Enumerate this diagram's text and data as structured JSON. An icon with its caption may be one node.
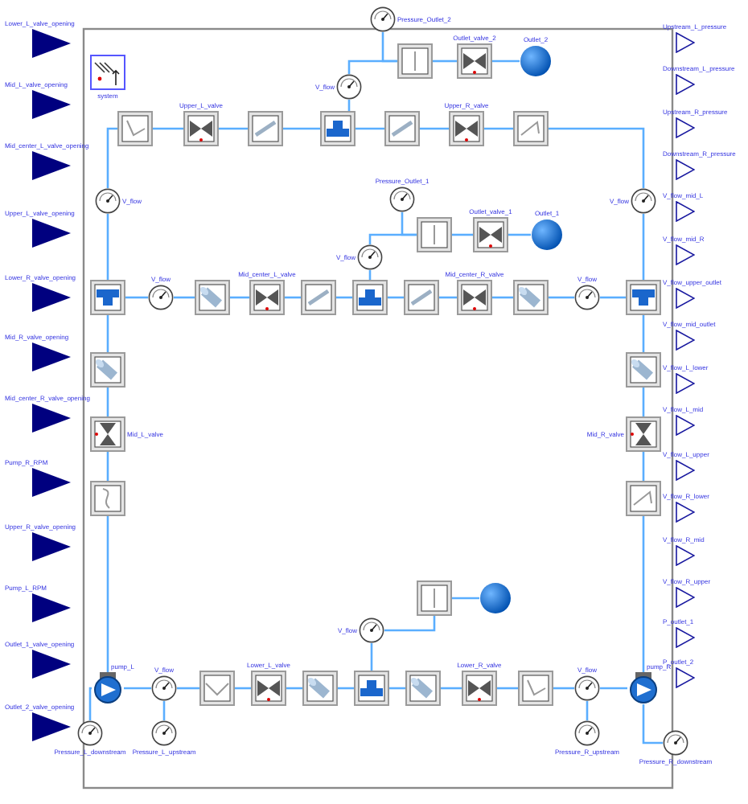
{
  "diagram": {
    "nodes": [
      {
        "text": [
          "Lower_L_valve_opening"
        ]
      },
      {
        "text": [
          "Mid_L_valve_opening"
        ]
      },
      {
        "text": [
          "Mid_center_L_valve_opening"
        ]
      },
      {
        "text": [
          "Upper_L_valve_opening"
        ]
      },
      {
        "text": [
          "Lower_R_valve_opening"
        ]
      },
      {
        "text": [
          "Mid_R_valve_opening"
        ]
      },
      {
        "text": [
          "Mid_center_R_valve_opening"
        ]
      },
      {
        "text": [
          "Pump_R_RPM"
        ]
      },
      {
        "text": [
          "Upper_R_valve_opening"
        ]
      },
      {
        "text": [
          "Pump_L_RPM"
        ]
      },
      {
        "text": [
          "Outlet_1_valve_opening"
        ]
      },
      {
        "text": [
          "Outlet_2_valve_opening"
        ]
      },
      {
        "text": [
          "Upstream_L_pressure"
        ]
      },
      {
        "text": [
          "Downstream_L_pressure"
        ]
      },
      {
        "text": [
          "Upstream_R_pressure"
        ]
      },
      {
        "text": [
          "Downstream_R_pressure"
        ]
      },
      {
        "text": [
          "V_flow_mid_L"
        ]
      },
      {
        "text": [
          "V_flow_mid_R"
        ]
      },
      {
        "text": [
          "V_flow_upper_outlet"
        ]
      },
      {
        "text": [
          "V_flow_mid_outlet"
        ]
      },
      {
        "text": [
          "V_flow_L_lower"
        ]
      },
      {
        "text": [
          "V_flow_L_mid"
        ]
      },
      {
        "text": [
          "V_flow_L_upper"
        ]
      },
      {
        "text": [
          "V_flow_R_lower"
        ]
      },
      {
        "text": [
          "V_flow_R_mid"
        ]
      },
      {
        "text": [
          "V_flow_R_upper"
        ]
      },
      {
        "text": [
          "P_outlet_1"
        ]
      },
      {
        "text": [
          "P_outlet_2"
        ]
      },
      {
        "text": [
          "system"
        ]
      },
      {
        "text": [],
        "shape": "box"
      },
      {
        "text": [
          "Upper_L_valve"
        ]
      },
      {
        "text": [],
        "shape": "box"
      },
      {
        "text": [],
        "shape": "box"
      },
      {
        "text": [],
        "shape": "box"
      },
      {
        "text": [
          "Upper_R_valve"
        ]
      },
      {
        "text": [],
        "shape": "box"
      },
      {
        "text": [
          "V_flow"
        ]
      },
      {
        "text": [],
        "shape": "box"
      },
      {
        "text": [
          "Outlet_valve_2"
        ]
      },
      {
        "text": [
          "Outlet_2"
        ]
      },
      {
        "text": [
          "Pressure_Outlet_2"
        ]
      },
      {
        "text": [
          "V_flow"
        ]
      },
      {
        "text": [
          "V_flow"
        ]
      },
      {
        "text": [],
        "shape": "box"
      },
      {
        "text": [
          "V_flow"
        ]
      },
      {
        "text": [],
        "shape": "box"
      },
      {
        "text": [
          "Mid_center_L_valve"
        ]
      },
      {
        "text": [],
        "shape": "box"
      },
      {
        "text": [],
        "shape": "box"
      },
      {
        "text": [],
        "shape": "box"
      },
      {
        "text": [
          "Mid_center_R_valve"
        ]
      },
      {
        "text": [],
        "shape": "box"
      },
      {
        "text": [
          "V_flow"
        ]
      },
      {
        "text": [],
        "shape": "box"
      },
      {
        "text": [
          "V_flow"
        ]
      },
      {
        "text": [],
        "shape": "box"
      },
      {
        "text": [
          "Outlet_valve_1"
        ]
      },
      {
        "text": [
          "Outlet_1"
        ]
      },
      {
        "text": [
          "Pressure_Outlet_1"
        ]
      },
      {
        "text": [],
        "shape": "box"
      },
      {
        "text": [
          "Mid_L_valve"
        ]
      },
      {
        "text": [],
        "shape": "box"
      },
      {
        "text": [],
        "shape": "box"
      },
      {
        "text": [
          "Mid_R_valve"
        ]
      },
      {
        "text": [],
        "shape": "box"
      },
      {
        "text": [
          "pump_L"
        ]
      },
      {
        "text": [
          "V_flow"
        ]
      },
      {
        "text": [
          "Pressure_L_upstream"
        ]
      },
      {
        "text": [],
        "shape": "box"
      },
      {
        "text": [
          "Lower_L_valve"
        ]
      },
      {
        "text": [],
        "shape": "box"
      },
      {
        "text": [],
        "shape": "box"
      },
      {
        "text": [],
        "shape": "box"
      },
      {
        "text": [
          "Lower_R_valve"
        ]
      },
      {
        "text": [],
        "shape": "box"
      },
      {
        "text": [
          "V_flow"
        ]
      },
      {
        "text": [
          "Pressure_R_upstream"
        ]
      },
      {
        "text": [
          "pump_R"
        ]
      },
      {
        "text": [
          "Pressure_L_downstream"
        ]
      },
      {
        "text": [
          "Pressure_R_downstream"
        ]
      },
      {
        "text": [
          "V_flow"
        ]
      },
      {
        "text": [],
        "shape": "box"
      },
      {
        "text": [],
        "shape": "circle"
      }
    ],
    "edges": [
      {
        "from": 29,
        "to": 30,
        "arrow": "none"
      },
      {
        "from": 30,
        "to": 31,
        "arrow": "none"
      },
      {
        "from": 31,
        "to": 32,
        "arrow": "none"
      },
      {
        "from": 32,
        "to": 33,
        "arrow": "none"
      },
      {
        "from": 33,
        "to": 34,
        "arrow": "none"
      },
      {
        "from": 34,
        "to": 35,
        "arrow": "none"
      },
      {
        "from": 32,
        "to": 36,
        "arrow": "none"
      },
      {
        "from": 36,
        "to": 37,
        "arrow": "none"
      },
      {
        "from": 37,
        "to": 38,
        "arrow": "none"
      },
      {
        "from": 38,
        "to": 39,
        "arrow": "none"
      },
      {
        "from": 40,
        "to": 37,
        "arrow": "none"
      },
      {
        "from": 29,
        "to": 41,
        "arrow": "none"
      },
      {
        "from": 41,
        "to": 43,
        "arrow": "none"
      },
      {
        "from": 35,
        "to": 42,
        "arrow": "none"
      },
      {
        "from": 42,
        "to": 53,
        "arrow": "none"
      },
      {
        "from": 43,
        "to": 44,
        "arrow": "none"
      },
      {
        "from": 44,
        "to": 45,
        "arrow": "none"
      },
      {
        "from": 45,
        "to": 46,
        "arrow": "none"
      },
      {
        "from": 46,
        "to": 47,
        "arrow": "none"
      },
      {
        "from": 47,
        "to": 48,
        "arrow": "none"
      },
      {
        "from": 48,
        "to": 49,
        "arrow": "none"
      },
      {
        "from": 49,
        "to": 50,
        "arrow": "none"
      },
      {
        "from": 50,
        "to": 51,
        "arrow": "none"
      },
      {
        "from": 51,
        "to": 52,
        "arrow": "none"
      },
      {
        "from": 52,
        "to": 53,
        "arrow": "none"
      },
      {
        "from": 48,
        "to": 54,
        "arrow": "none"
      },
      {
        "from": 54,
        "to": 55,
        "arrow": "none"
      },
      {
        "from": 55,
        "to": 56,
        "arrow": "none"
      },
      {
        "from": 56,
        "to": 57,
        "arrow": "none"
      },
      {
        "from": 58,
        "to": 55,
        "arrow": "none"
      },
      {
        "from": 43,
        "to": 59,
        "arrow": "none"
      },
      {
        "from": 59,
        "to": 60,
        "arrow": "none"
      },
      {
        "from": 60,
        "to": 61,
        "arrow": "none"
      },
      {
        "from": 61,
        "to": 65,
        "arrow": "none"
      },
      {
        "from": 53,
        "to": 62,
        "arrow": "none"
      },
      {
        "from": 62,
        "to": 63,
        "arrow": "none"
      },
      {
        "from": 63,
        "to": 64,
        "arrow": "none"
      },
      {
        "from": 64,
        "to": 77,
        "arrow": "none"
      },
      {
        "from": 65,
        "to": 66,
        "arrow": "none"
      },
      {
        "from": 66,
        "to": 68,
        "arrow": "none"
      },
      {
        "from": 68,
        "to": 69,
        "arrow": "none"
      },
      {
        "from": 69,
        "to": 70,
        "arrow": "none"
      },
      {
        "from": 70,
        "to": 71,
        "arrow": "none"
      },
      {
        "from": 71,
        "to": 72,
        "arrow": "none"
      },
      {
        "from": 72,
        "to": 73,
        "arrow": "none"
      },
      {
        "from": 73,
        "to": 74,
        "arrow": "none"
      },
      {
        "from": 74,
        "to": 75,
        "arrow": "none"
      },
      {
        "from": 75,
        "to": 77,
        "arrow": "none"
      },
      {
        "from": 67,
        "to": 66,
        "arrow": "none"
      },
      {
        "from": 76,
        "to": 75,
        "arrow": "none"
      },
      {
        "from": 78,
        "to": 65,
        "arrow": "none"
      },
      {
        "from": 77,
        "to": 79,
        "arrow": "none"
      },
      {
        "from": 71,
        "to": 80,
        "arrow": "none"
      },
      {
        "from": 80,
        "to": 81,
        "arrow": "none"
      },
      {
        "from": 81,
        "to": 82,
        "arrow": "none"
      }
    ]
  }
}
